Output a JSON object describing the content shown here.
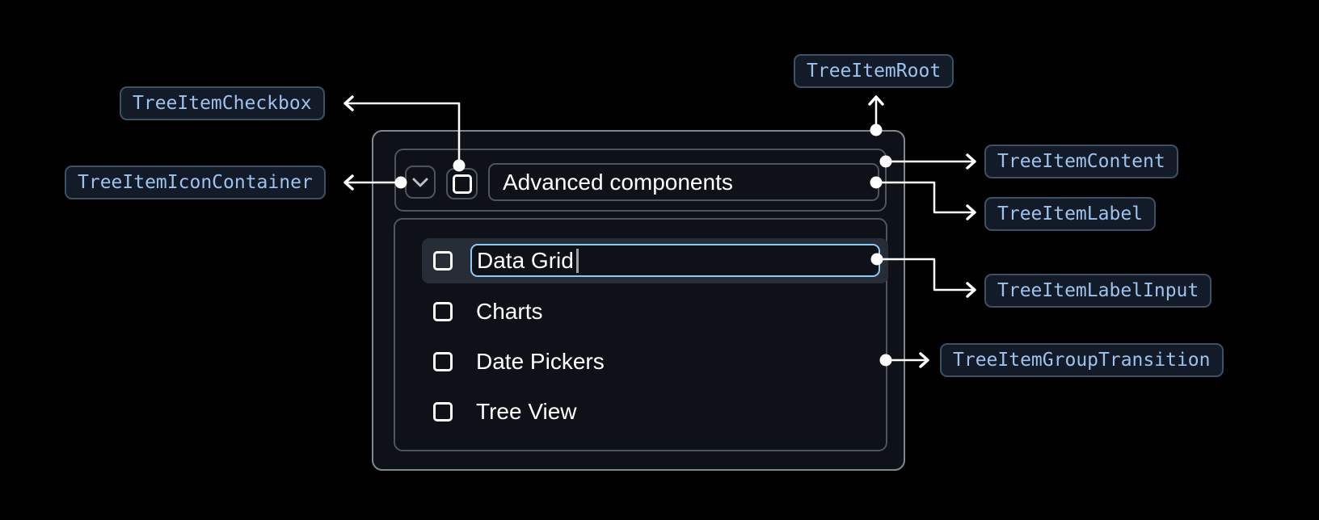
{
  "badges": {
    "root": "TreeItemRoot",
    "checkbox": "TreeItemCheckbox",
    "icon_container": "TreeItemIconContainer",
    "content": "TreeItemContent",
    "label": "TreeItemLabel",
    "label_input": "TreeItemLabelInput",
    "group_transition": "TreeItemGroupTransition"
  },
  "tree": {
    "parent_label": "Advanced components",
    "editing_item": {
      "value": "Data Grid"
    },
    "items": [
      {
        "label": "Charts"
      },
      {
        "label": "Date Pickers"
      },
      {
        "label": "Tree View"
      }
    ]
  },
  "icons": {
    "expand": "chevron-down",
    "checkbox_state": "unchecked"
  },
  "colors": {
    "background": "#000000",
    "surface": "#0e1218",
    "row_highlight": "#272d37",
    "input_focus_border": "#8fc9f8",
    "badge_text": "#9cc2ee",
    "badge_border": "#3d5164",
    "badge_background": "#141b28",
    "connector": "#ffffff",
    "text": "#ffffff"
  }
}
